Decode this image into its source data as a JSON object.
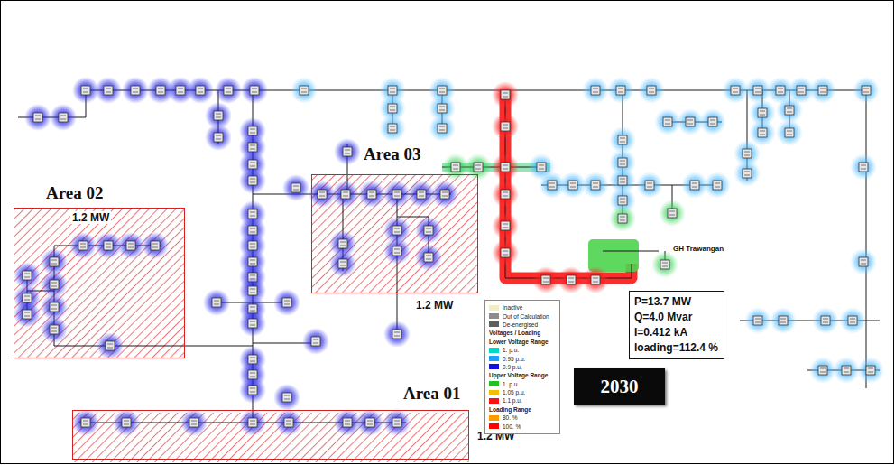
{
  "diagram": {
    "nodes": [
      {
        "text": [
          "Area 02",
          "1.2 MW"
        ]
      },
      {
        "text": [
          "Area 03",
          "1.2 MW"
        ]
      },
      {
        "text": [
          "P=13.7 MW",
          "Q=4.0 Mvar",
          "I=0.412 kA",
          "loading=112.4 %"
        ]
      },
      {
        "text": [
          "Area 01",
          "1.2 MW"
        ]
      },
      {
        "text": [
          "2030"
        ]
      }
    ],
    "labels": [
      "Voltages / Loading",
      "Lower Voltage Range",
      "Upper Voltage Range",
      "Loading Range",
      "GH Trawangan"
    ],
    "legend": [
      {
        "text": "Inactive",
        "color": "#f3edc4"
      },
      {
        "text": "Out of Calculation",
        "color": "#8c8c8c"
      },
      {
        "text": "De-energised",
        "color": "#5e5e5e"
      },
      {
        "text": "1. p.u.",
        "color": "#00d8c8"
      },
      {
        "text": "0.95 p.u.",
        "color": "#1aa0ff"
      },
      {
        "text": "0.9 p.u.",
        "color": "#1010e0"
      },
      {
        "text": "1. p.u.",
        "color": "#22c022"
      },
      {
        "text": "1.05 p.u.",
        "color": "#f0c000"
      },
      {
        "text": "1.1 p.u.",
        "color": "#ff1010"
      },
      {
        "text": "80. %",
        "color": "#ff9900"
      },
      {
        "text": "100. %",
        "color": "#ff0000"
      }
    ]
  }
}
